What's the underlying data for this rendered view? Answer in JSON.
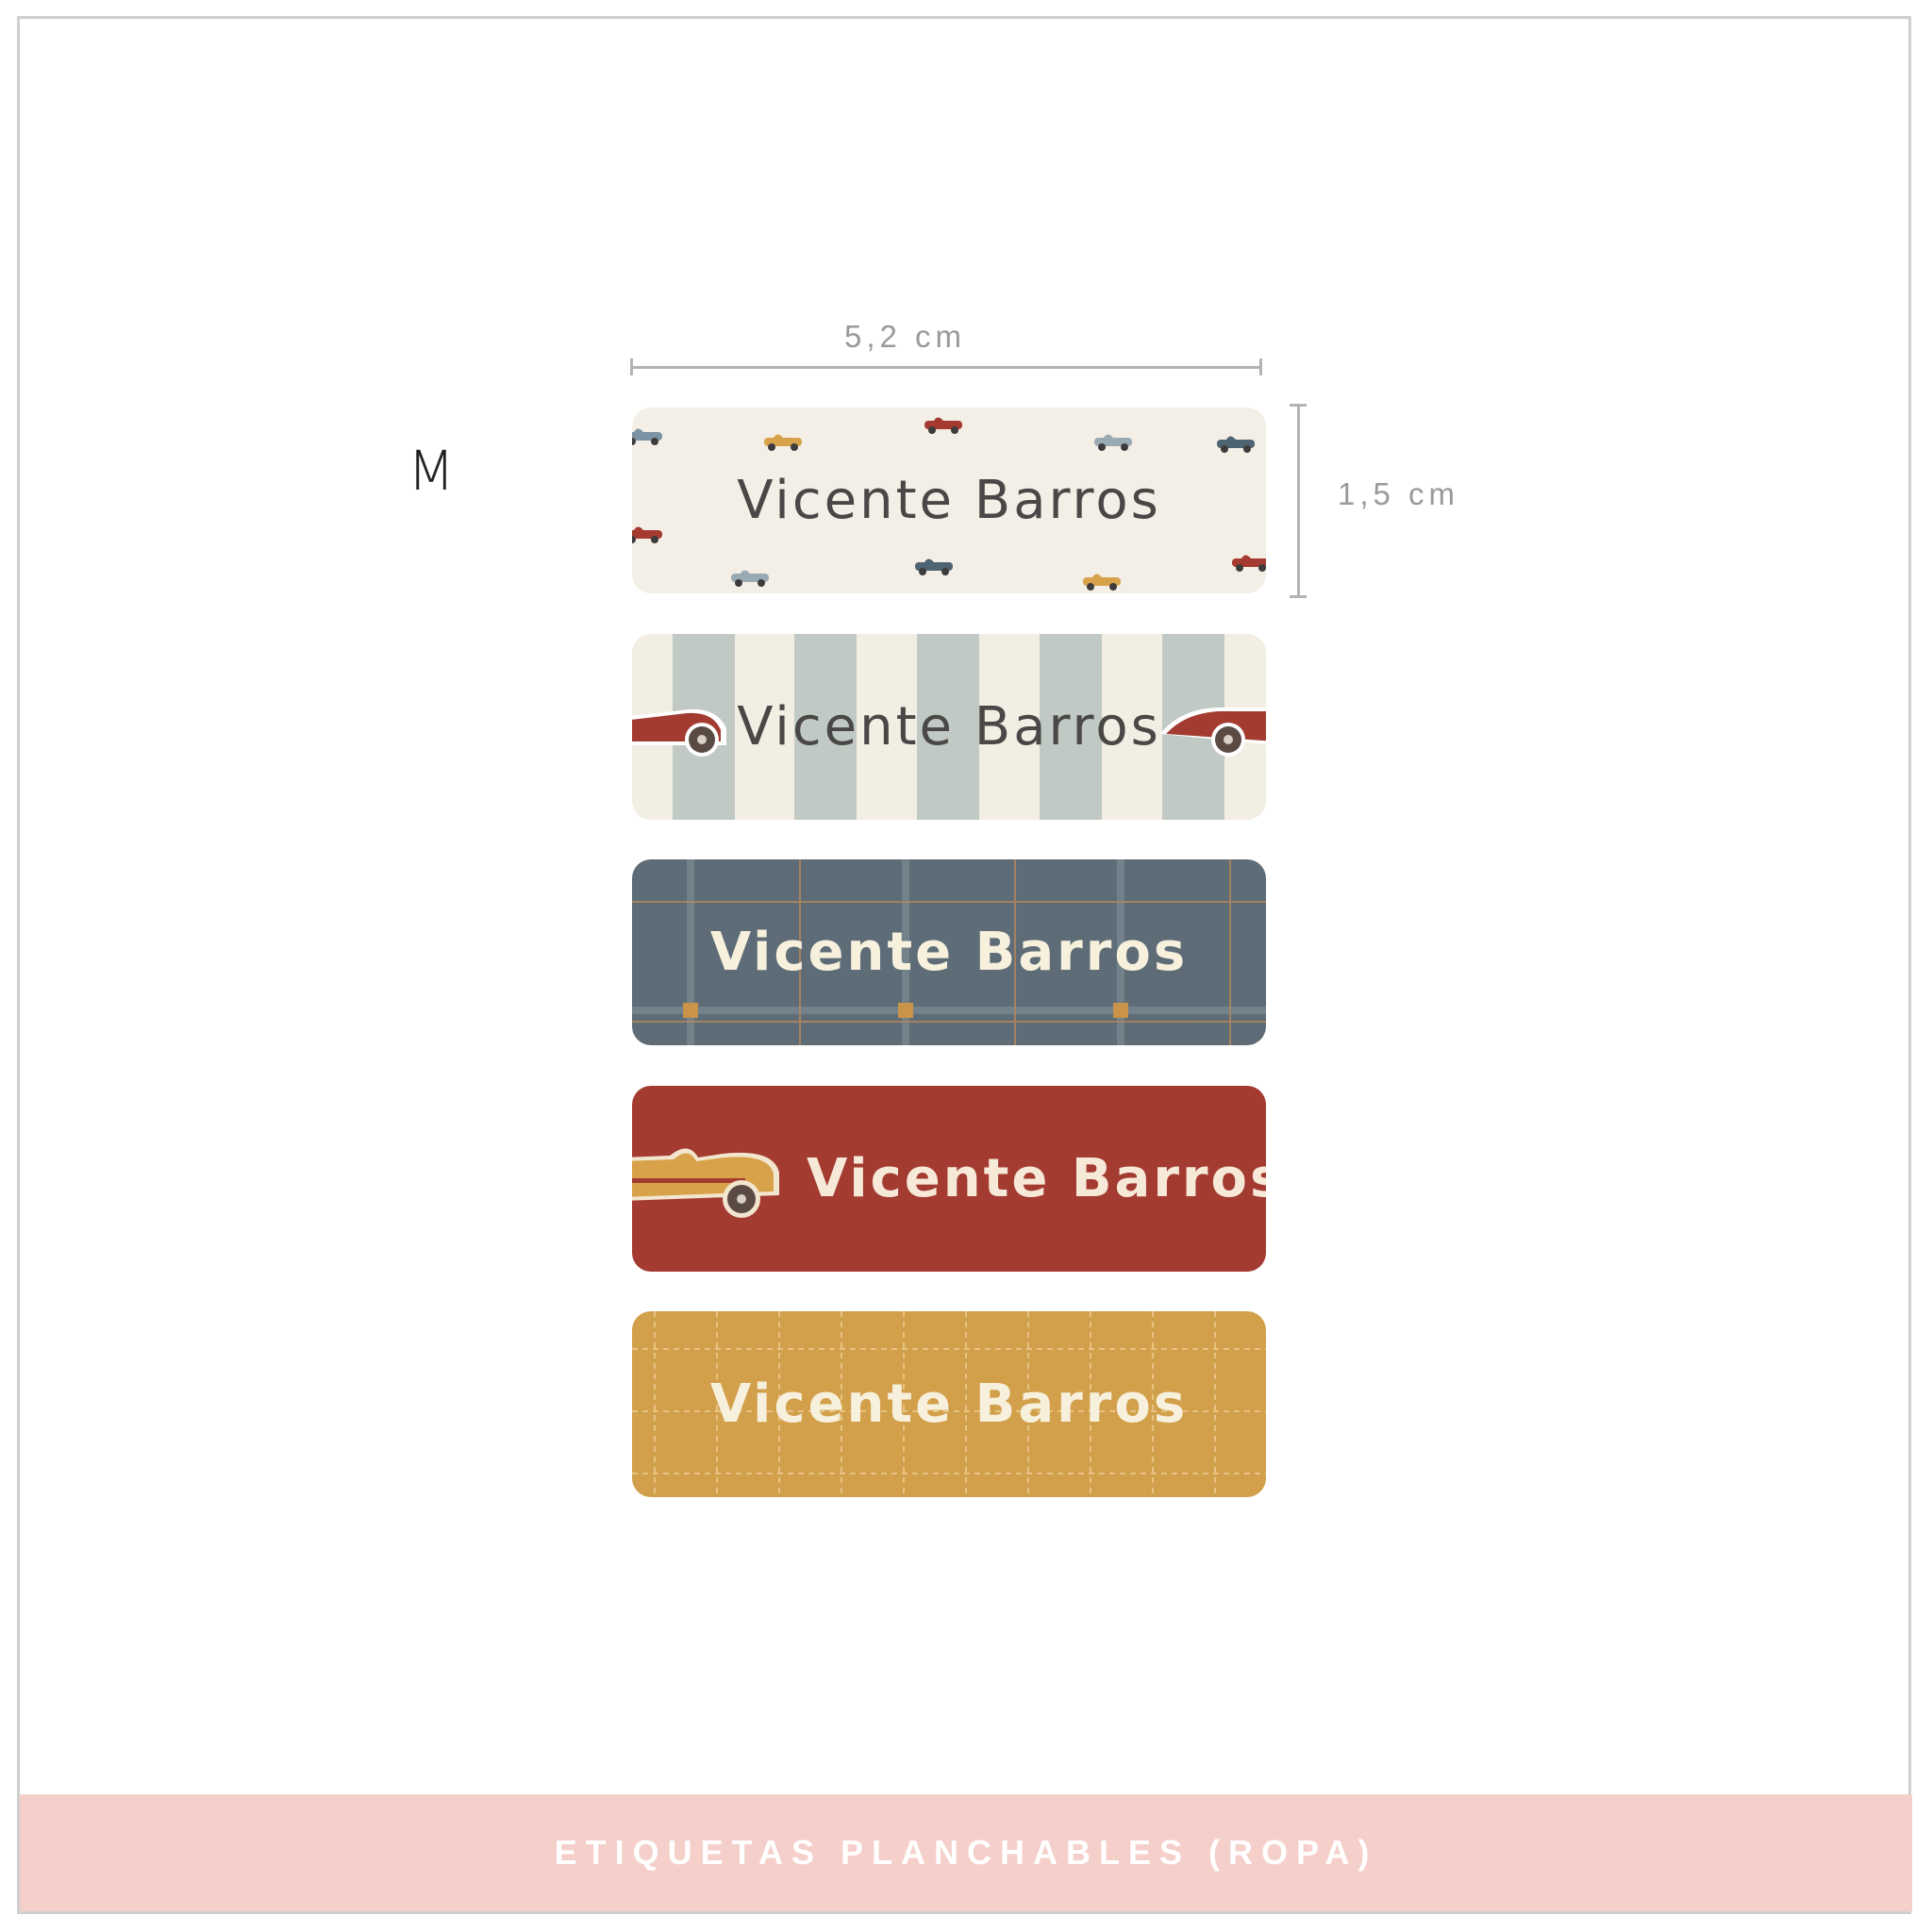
{
  "size_label": "M",
  "dimensions": {
    "width": "5,2 cm",
    "height": "1,5 cm"
  },
  "labels": [
    {
      "name": "Vicente Barros",
      "pattern": "cars-scatter",
      "background": "#f4efe6"
    },
    {
      "name": "Vicente Barros",
      "pattern": "stripes-cars",
      "background": "#f2eee4"
    },
    {
      "name": "Vicente Barros",
      "pattern": "plaid-blue",
      "background": "#5d6c77"
    },
    {
      "name": "Vicente Barros",
      "pattern": "car-red",
      "background": "#a33b31"
    },
    {
      "name": "Vicente Barros",
      "pattern": "plaid-mustard",
      "background": "#d29f4b"
    }
  ],
  "footer": {
    "text": "ETIQUETAS PLANCHABLES (ROPA)",
    "color": "#f5cfca"
  }
}
